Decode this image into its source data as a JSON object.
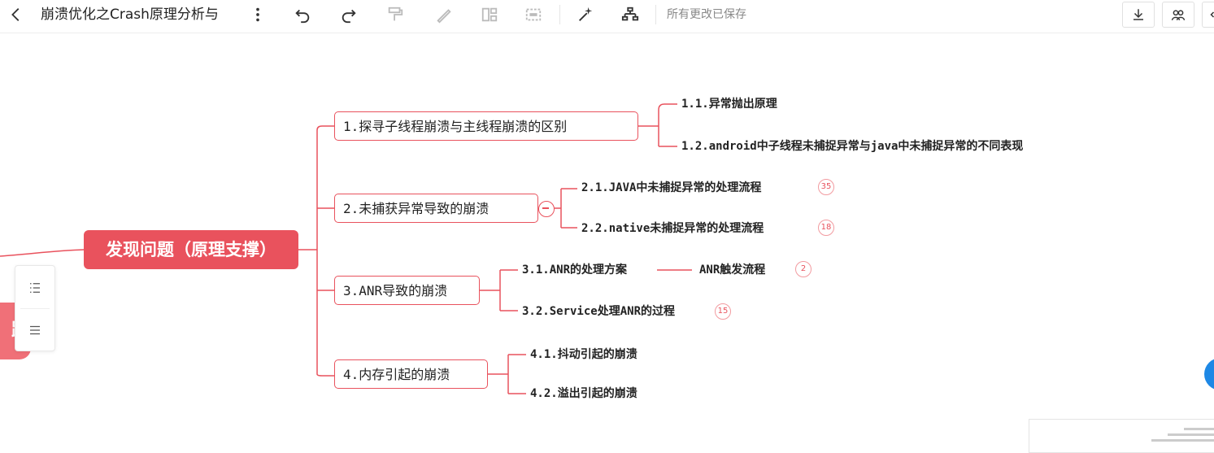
{
  "toolbar": {
    "back_icon": "back-arrow-icon",
    "title": "崩溃优化之Crash原理分析与",
    "more_icon": "more-vertical-icon",
    "undo_icon": "undo-icon",
    "redo_icon": "redo-icon",
    "format_painter_icon": "format-painter-icon",
    "style_icon": "magic-wand-icon",
    "structure_icon": "structure-icon",
    "save_status": "所有更改已保存",
    "download_icon": "download-icon",
    "share_icon": "share-icon"
  },
  "mindmap": {
    "root": "发现问题（原理支撑）",
    "partial_root": "路",
    "branches": [
      {
        "label": "1.探寻子线程崩溃与主线程崩溃的区别",
        "children": [
          {
            "label": "1.1.异常抛出原理",
            "count": ""
          },
          {
            "label": "1.2.android中子线程未捕捉异常与java中未捕捉异常的不同表现",
            "count": ""
          }
        ]
      },
      {
        "label": "2.未捕获异常导致的崩溃",
        "children": [
          {
            "label": "2.1.JAVA中未捕捉异常的处理流程",
            "count": "35"
          },
          {
            "label": "2.2.native未捕捉异常的处理流程",
            "count": "18"
          }
        ]
      },
      {
        "label": "3.ANR导致的崩溃",
        "children": [
          {
            "label": "3.1.ANR的处理方案",
            "count": "",
            "child": {
              "label": "ANR触发流程",
              "count": "2"
            }
          },
          {
            "label": "3.2.Service处理ANR的过程",
            "count": "15"
          }
        ]
      },
      {
        "label": "4.内存引起的崩溃",
        "children": [
          {
            "label": "4.1.抖动引起的崩溃",
            "count": ""
          },
          {
            "label": "4.2.溢出引起的崩溃",
            "count": ""
          }
        ]
      }
    ]
  },
  "side_panel": {
    "outline_icon": "outline-list-icon",
    "menu_icon": "menu-icon"
  },
  "colors": {
    "accent": "#e9525d",
    "badge_border": "#f29ba0",
    "help_button": "#1e88e5"
  }
}
